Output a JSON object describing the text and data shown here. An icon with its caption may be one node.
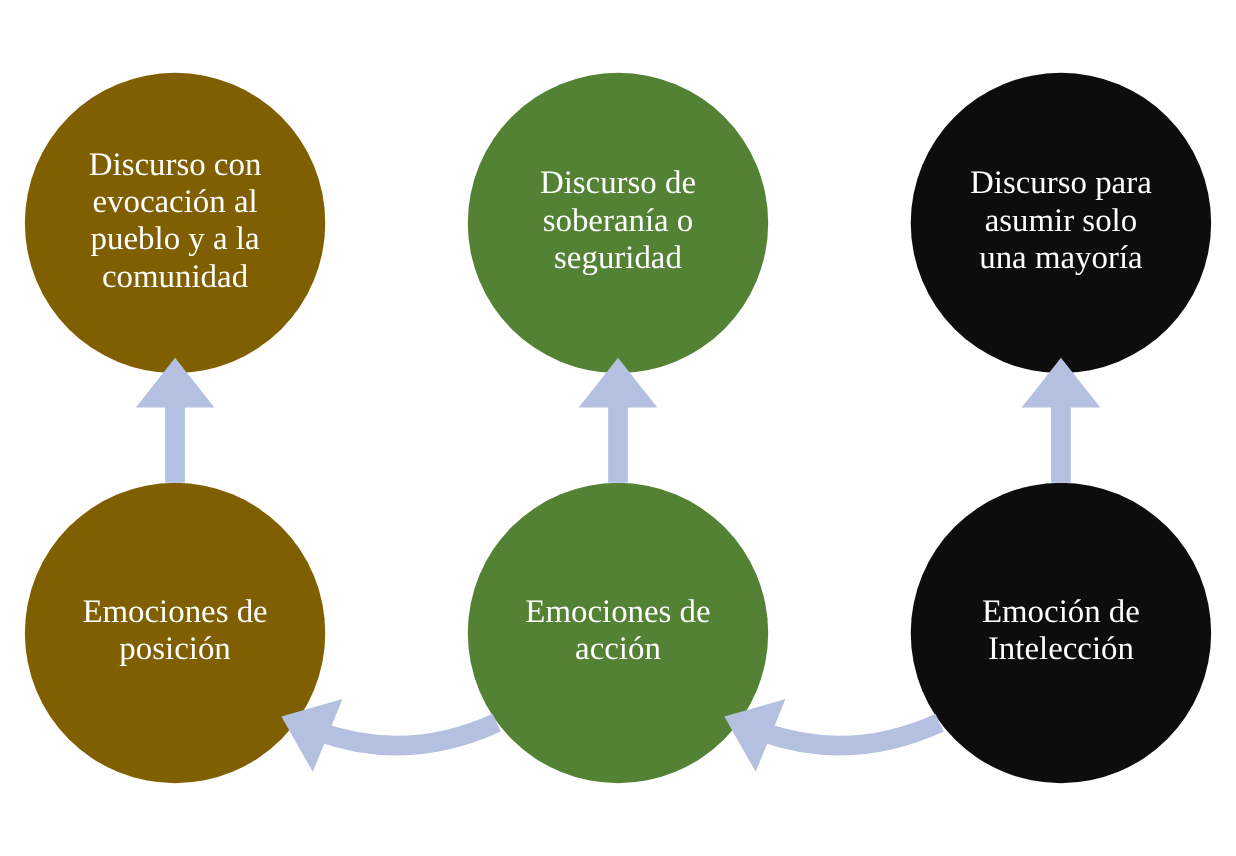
{
  "diagram": {
    "nodes": [
      {
        "text": [
          "Discurso con evocación al pueblo y a la comunidad"
        ]
      },
      {
        "text": [
          "Discurso de soberanía o seguridad"
        ]
      },
      {
        "text": [
          "Discurso para asumir solo una mayoría"
        ]
      },
      {
        "text": [
          "Emociones de posición"
        ]
      },
      {
        "text": [
          "Emociones de acción"
        ]
      },
      {
        "text": [
          "Emoción de Intelección"
        ]
      }
    ],
    "edges": [
      {
        "from": 3,
        "to": 0,
        "arrow": "to"
      },
      {
        "from": 4,
        "to": 1,
        "arrow": "to"
      },
      {
        "from": 5,
        "to": 2,
        "arrow": "to"
      },
      {
        "from": 4,
        "to": 3,
        "arrow": "to"
      },
      {
        "from": 5,
        "to": 4,
        "arrow": "to"
      }
    ]
  }
}
